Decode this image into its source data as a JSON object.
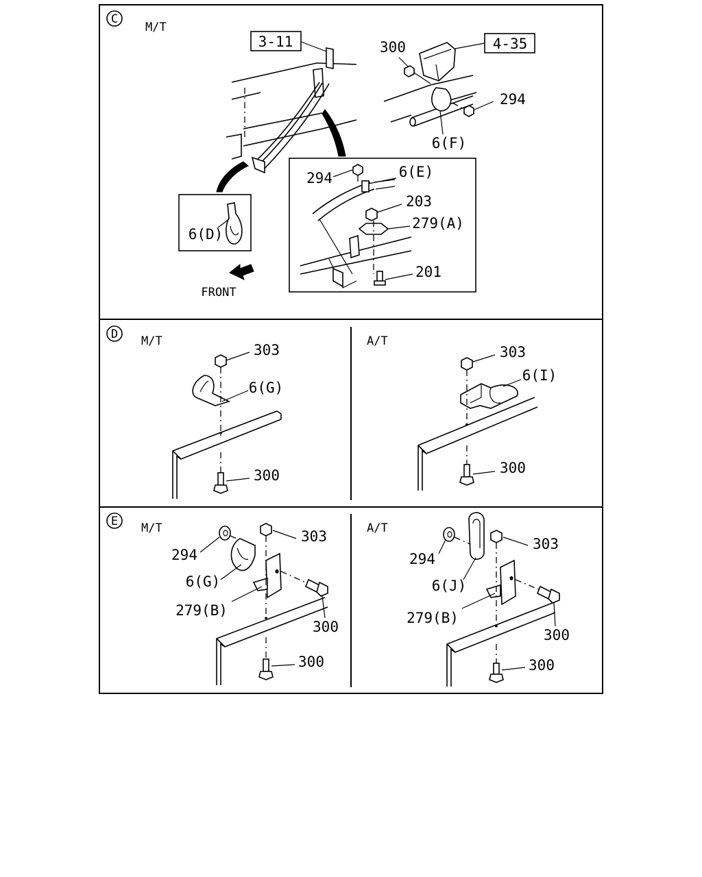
{
  "panels": {
    "c": {
      "marker": "C",
      "variant": "M/T",
      "refs": [
        "3-11",
        "4-35"
      ],
      "labels": {
        "l300": "300",
        "l294a": "294",
        "l6f": "6(F)",
        "l294b": "294",
        "l6e": "6(E)",
        "l203": "203",
        "l279a": "279(A)",
        "l201": "201",
        "l6d": "6(D)",
        "front": "FRONT"
      }
    },
    "d_mt": {
      "marker": "D",
      "variant": "M/T",
      "labels": {
        "l303": "303",
        "l6g": "6(G)",
        "l300": "300"
      }
    },
    "d_at": {
      "variant": "A/T",
      "labels": {
        "l303": "303",
        "l6i": "6(I)",
        "l300": "300"
      }
    },
    "e_mt": {
      "marker": "E",
      "variant": "M/T",
      "labels": {
        "l294": "294",
        "l303": "303",
        "l6g": "6(G)",
        "l279b": "279(B)",
        "l300a": "300",
        "l300b": "300"
      }
    },
    "e_at": {
      "variant": "A/T",
      "labels": {
        "l294": "294",
        "l303": "303",
        "l6j": "6(J)",
        "l279b": "279(B)",
        "l300a": "300",
        "l300b": "300"
      }
    }
  }
}
